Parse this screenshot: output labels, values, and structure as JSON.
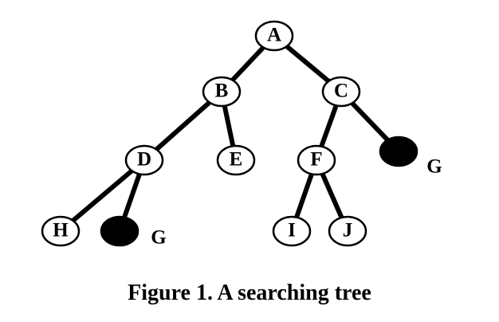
{
  "diagram": {
    "caption": "Figure 1. A searching tree",
    "colors": {
      "line": "#000000",
      "node_fill": "#ffffff",
      "goal_fill": "#000000"
    },
    "nodes": [
      {
        "id": "A",
        "label": "A",
        "goal": false
      },
      {
        "id": "B",
        "label": "B",
        "goal": false
      },
      {
        "id": "C",
        "label": "C",
        "goal": false
      },
      {
        "id": "D",
        "label": "D",
        "goal": false
      },
      {
        "id": "E",
        "label": "E",
        "goal": false
      },
      {
        "id": "F",
        "label": "F",
        "goal": false
      },
      {
        "id": "G1",
        "label": "G",
        "goal": true
      },
      {
        "id": "H",
        "label": "H",
        "goal": false
      },
      {
        "id": "G2",
        "label": "G",
        "goal": true
      },
      {
        "id": "I",
        "label": "I",
        "goal": false
      },
      {
        "id": "J",
        "label": "J",
        "goal": false
      }
    ],
    "edges": [
      [
        "A",
        "B"
      ],
      [
        "A",
        "C"
      ],
      [
        "B",
        "D"
      ],
      [
        "B",
        "E"
      ],
      [
        "C",
        "F"
      ],
      [
        "C",
        "G1"
      ],
      [
        "D",
        "H"
      ],
      [
        "D",
        "G2"
      ],
      [
        "F",
        "I"
      ],
      [
        "F",
        "J"
      ]
    ]
  }
}
